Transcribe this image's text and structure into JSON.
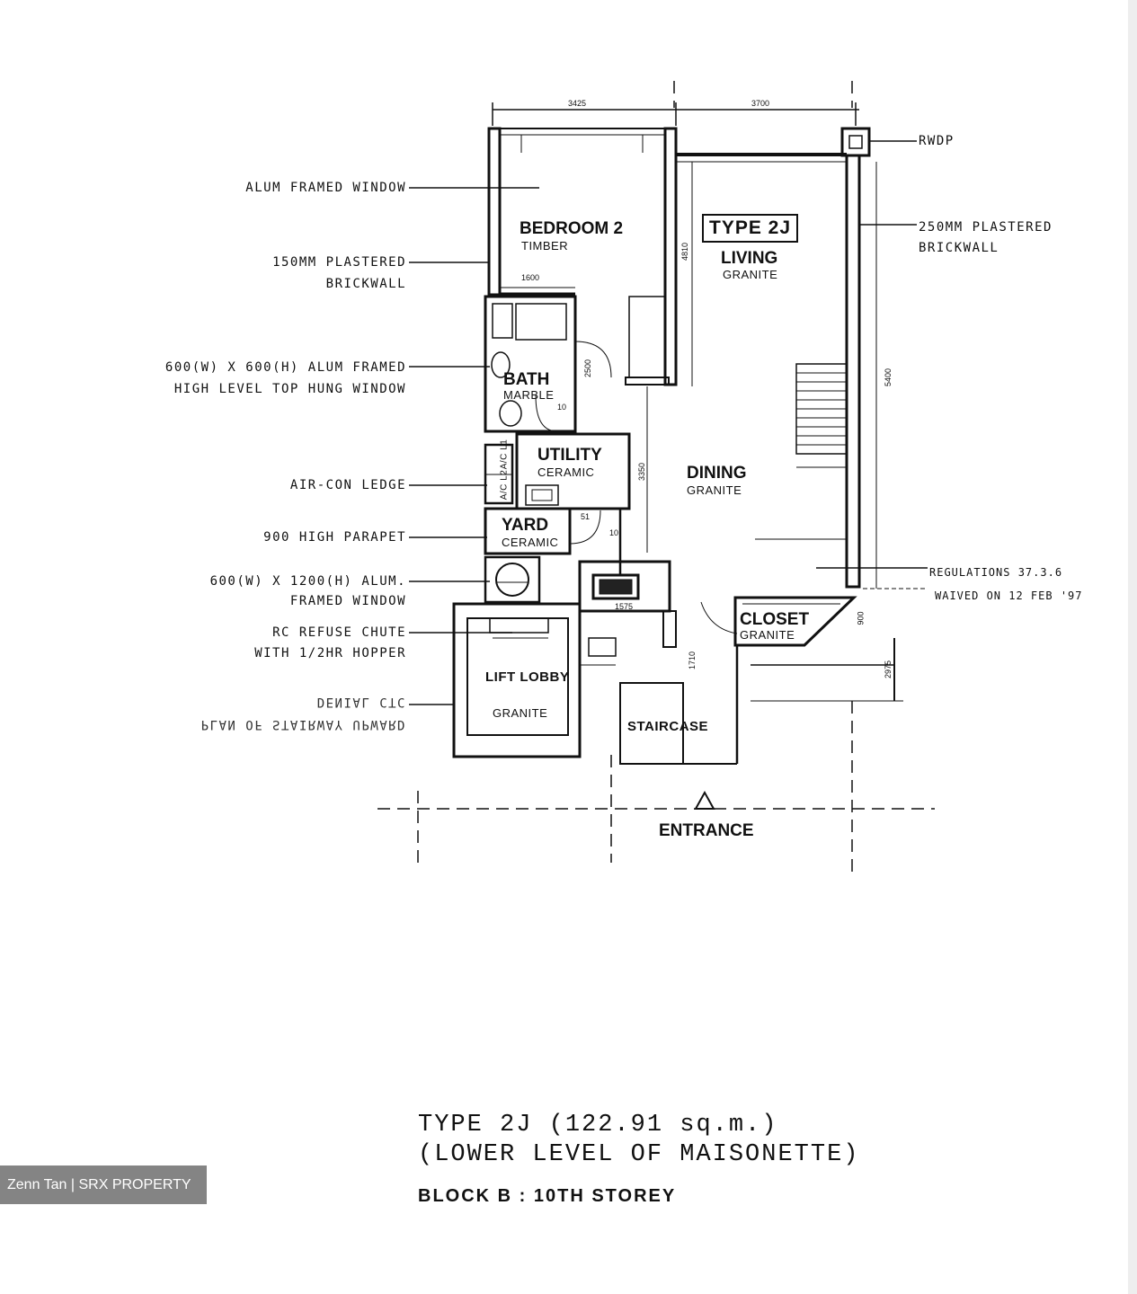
{
  "plan": {
    "type_box": "TYPE 2J",
    "dims": {
      "top_left": "3425",
      "top_right": "3700",
      "bed_depth": "4810",
      "bed_small": "1600",
      "bath": "2500",
      "dining": "3350",
      "right": "5400",
      "closet": "900",
      "lift": "1575",
      "lower_a": "1710",
      "lower_b": "2975",
      "bath_small": "10",
      "yard_small": "10",
      "yard_small2": "51"
    },
    "rooms": [
      {
        "name": "BEDROOM 2",
        "finish": "TIMBER"
      },
      {
        "name": "LIVING",
        "finish": "GRANITE"
      },
      {
        "name": "BATH",
        "finish": "MARBLE"
      },
      {
        "name": "UTILITY",
        "finish": "CERAMIC"
      },
      {
        "name": "DINING",
        "finish": "GRANITE"
      },
      {
        "name": "YARD",
        "finish": "CERAMIC"
      },
      {
        "name": "CLOSET",
        "finish": "GRANITE"
      }
    ],
    "acledge_marks": [
      "A/C L1",
      "A/C L2"
    ],
    "callouts_left": [
      "ALUM FRAMED WINDOW",
      "150MM PLASTERED",
      "BRICKWALL",
      "600(W) X 600(H) ALUM FRAMED",
      "HIGH LEVEL TOP HUNG WINDOW",
      "AIR-CON LEDGE",
      "900 HIGH PARAPET",
      "600(W) X 1200(H) ALUM.",
      "FRAMED WINDOW",
      "RC REFUSE CHUTE",
      "WITH 1/2HR HOPPER"
    ],
    "mirrored_left": [
      "DENIAL CTC",
      "PLAN OF STAIRWAY UPWARD"
    ],
    "callouts_right": [
      "RWDP",
      "250MM PLASTERED",
      "BRICKWALL",
      "REGULATIONS 37.3.6",
      "WAIVED ON 12 FEB '97"
    ],
    "entrance": "ENTRANCE",
    "lift_lobby": "LIFT LOBBY",
    "lift_lobby_sub": "GRANITE",
    "staircase": "STAIRCASE"
  },
  "caption": {
    "line1": "TYPE 2J  (122.91 sq.m.)",
    "line2": "(LOWER LEVEL OF MAISONETTE)",
    "line3": "BLOCK B : 10TH STOREY"
  },
  "watermark": "Zenn Tan | SRX PROPERTY"
}
